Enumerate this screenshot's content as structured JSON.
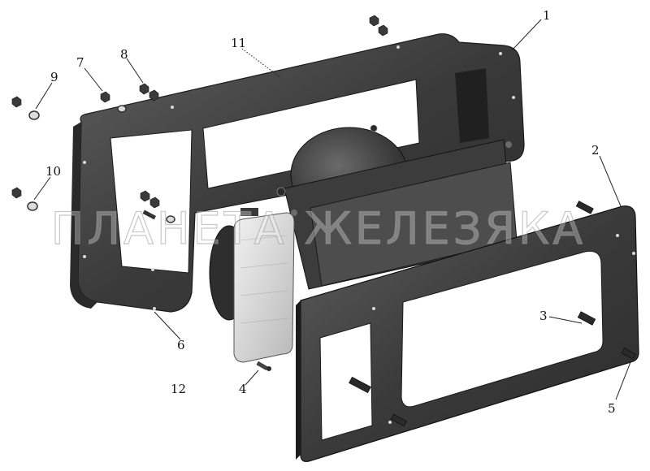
{
  "diagram": {
    "watermark": "ПЛАНЕТА ЖЕЛЕЗЯКА",
    "callouts": [
      "1",
      "2",
      "3",
      "4",
      "5",
      "6",
      "7",
      "8",
      "9",
      "10",
      "11",
      "12"
    ],
    "colors": {
      "frame_dark": "#3a3a3a",
      "frame_mid": "#5a5a5a",
      "lamp_lens": "#d8d8d8",
      "background": "#ffffff"
    }
  }
}
